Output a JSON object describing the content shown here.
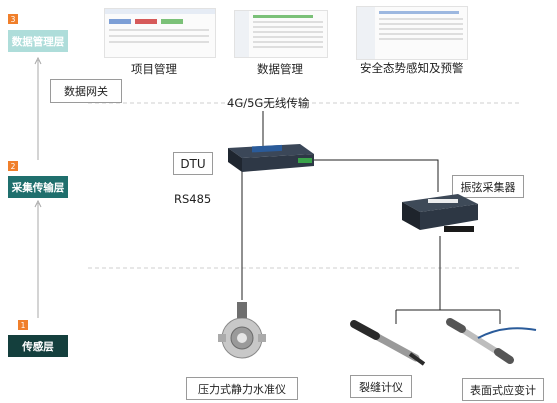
{
  "layers": [
    {
      "num": "3",
      "label": "数据管理层",
      "color": "#aeddda"
    },
    {
      "num": "2",
      "label": "采集传输层",
      "color": "#1f6f6d"
    },
    {
      "num": "1",
      "label": "传感层",
      "color": "#143f3d"
    }
  ],
  "boxes": {
    "gateway": "数据网关",
    "dtu": "DTU",
    "vibrating_collector": "振弦采集器",
    "level_sensor": "压力式静力水准仪",
    "crack_meter": "裂缝计仪",
    "strain_gauge": "表面式应变计"
  },
  "labels": {
    "project_mgmt": "项目管理",
    "data_mgmt": "数据管理",
    "safety": "安全态势感知及预警",
    "wireless": "4G/5G无线传输",
    "rs485": "RS485"
  },
  "colors": {
    "accent_orange": "#f07f2b",
    "dashed_line": "#c8c8c8",
    "device_blue": "#2a5b9a"
  }
}
